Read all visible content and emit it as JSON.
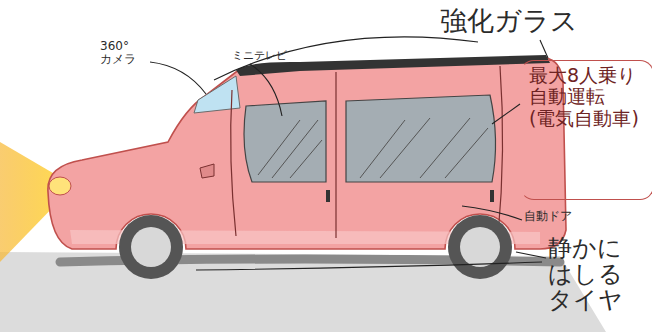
{
  "diagram": {
    "nodes": [
      {
        "text": [
          "最大8人乗り 自動運転 (電気自動車)"
        ]
      }
    ],
    "labels": [
      "360° カメラ",
      "ミニテレビ",
      "強化ガラス",
      "自動ドア",
      "静かに はしる タイヤ"
    ]
  }
}
